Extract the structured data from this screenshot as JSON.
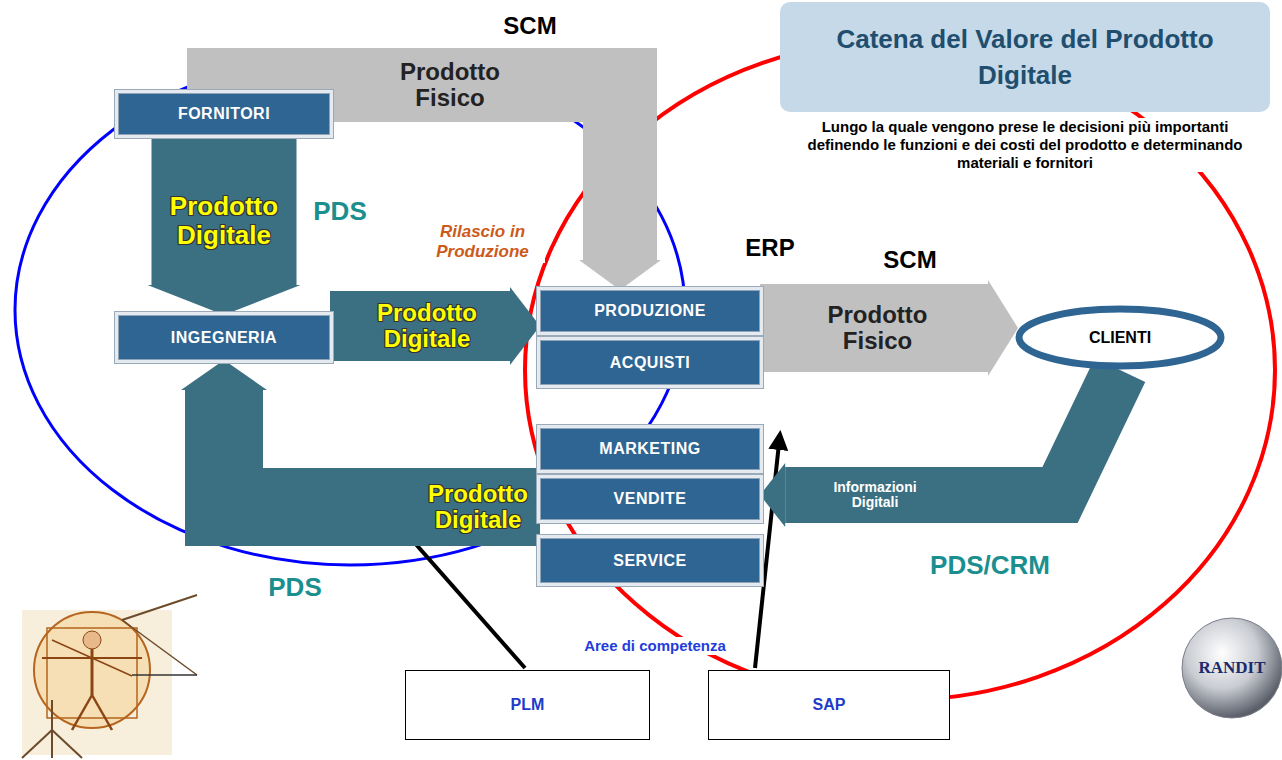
{
  "diagram": {
    "nodes": [
      {
        "text": [
          "Catena del Valore del Prodotto Digitale"
        ]
      },
      {
        "text": [
          "FORNITORI"
        ]
      },
      {
        "text": [
          "INGEGNERIA"
        ]
      },
      {
        "text": [
          "PRODUZIONE"
        ]
      },
      {
        "text": [
          "ACQUISTI"
        ]
      },
      {
        "text": [
          "MARKETING"
        ]
      },
      {
        "text": [
          "VENDITE"
        ]
      },
      {
        "text": [
          "SERVICE"
        ]
      },
      {
        "text": [
          "CLIENTI"
        ]
      },
      {
        "text": [
          "PLM"
        ]
      },
      {
        "text": [
          "SAP"
        ]
      }
    ],
    "edges": [
      {
        "from": 1,
        "to": 2,
        "arrow": "to",
        "label": "Prodotto Digitale"
      },
      {
        "from": 2,
        "to": 3,
        "arrow": "to",
        "label": "Prodotto Digitale"
      },
      {
        "from": 6,
        "to": 2,
        "arrow": "to",
        "label": "Prodotto Digitale"
      },
      {
        "from": 1,
        "to": 3,
        "arrow": "to",
        "label": "Prodotto Fisico"
      },
      {
        "from": 3,
        "to": 8,
        "arrow": "to",
        "label": "Prodotto Fisico"
      },
      {
        "from": 8,
        "to": 6,
        "arrow": "to",
        "label": "Informazioni Digitali"
      }
    ],
    "labels": [
      "SCM",
      "Lungo la quale vengono prese le decisioni più importanti definendo le funzioni e dei costi del prodotto e determinando materiali e fornitori",
      "PDS",
      "Rilascio in Produzione",
      "ERP",
      "SCM",
      "PDS",
      "PDS/CRM",
      "Aree di competenza",
      "RANDIT"
    ]
  }
}
